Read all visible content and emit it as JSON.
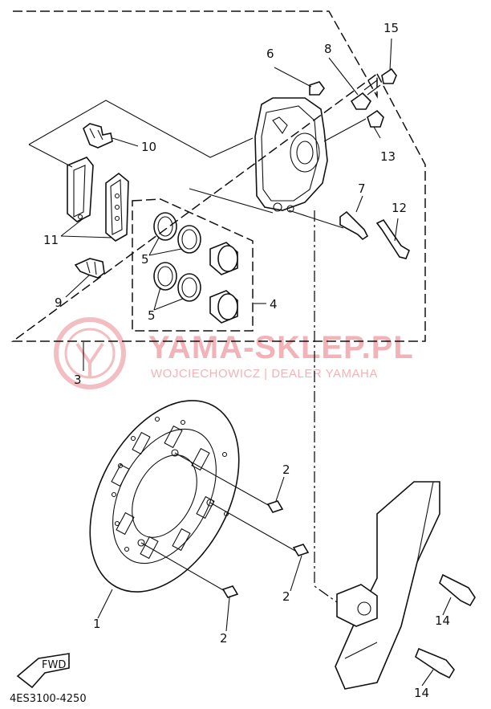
{
  "diagram": {
    "code": "4ES3100-4250",
    "fwd_label": "FWD",
    "callouts": [
      {
        "id": "c1",
        "text": "1"
      },
      {
        "id": "c2a",
        "text": "2"
      },
      {
        "id": "c2b",
        "text": "2"
      },
      {
        "id": "c2c",
        "text": "2"
      },
      {
        "id": "c3",
        "text": "3"
      },
      {
        "id": "c4",
        "text": "4"
      },
      {
        "id": "c5a",
        "text": "5"
      },
      {
        "id": "c5b",
        "text": "5"
      },
      {
        "id": "c6",
        "text": "6"
      },
      {
        "id": "c7",
        "text": "7"
      },
      {
        "id": "c8",
        "text": "8"
      },
      {
        "id": "c9",
        "text": "9"
      },
      {
        "id": "c10",
        "text": "10"
      },
      {
        "id": "c11",
        "text": "11"
      },
      {
        "id": "c12",
        "text": "12"
      },
      {
        "id": "c13",
        "text": "13"
      },
      {
        "id": "c14a",
        "text": "14"
      },
      {
        "id": "c14b",
        "text": "14"
      },
      {
        "id": "c15",
        "text": "15"
      }
    ]
  },
  "watermark": {
    "title": "YAMA-SKLEP.PL",
    "subtitle": "WOJCIECHOWICZ | DEALER YAMAHA",
    "color": "#f1b3b8"
  }
}
